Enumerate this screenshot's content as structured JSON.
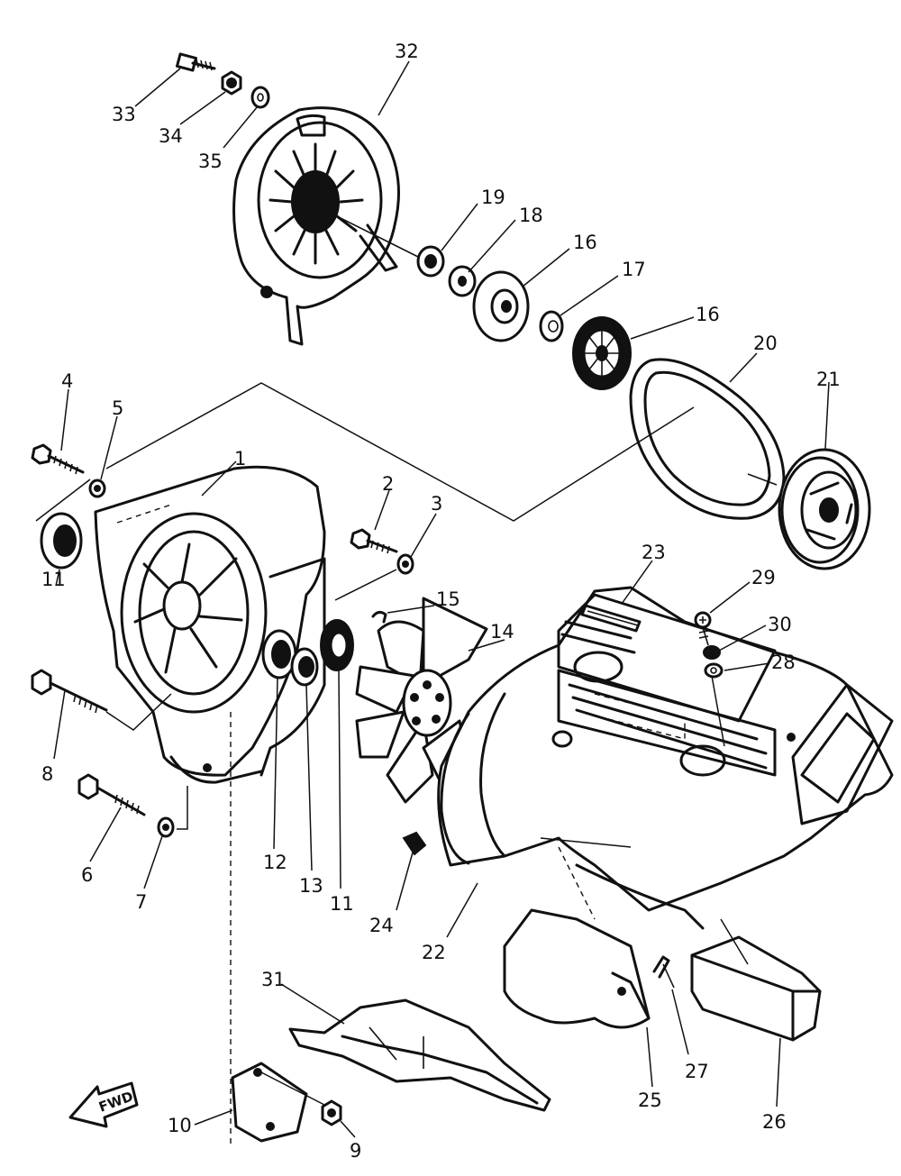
{
  "diagram": {
    "fwd_label": "FWD",
    "callouts": [
      {
        "id": "33",
        "text": "33"
      },
      {
        "id": "34",
        "text": "34"
      },
      {
        "id": "35",
        "text": "35"
      },
      {
        "id": "32",
        "text": "32"
      },
      {
        "id": "19",
        "text": "19"
      },
      {
        "id": "18",
        "text": "18"
      },
      {
        "id": "16a",
        "text": "16"
      },
      {
        "id": "17",
        "text": "17"
      },
      {
        "id": "16b",
        "text": "16"
      },
      {
        "id": "20",
        "text": "20"
      },
      {
        "id": "21",
        "text": "21"
      },
      {
        "id": "4",
        "text": "4"
      },
      {
        "id": "5",
        "text": "5"
      },
      {
        "id": "1",
        "text": "1"
      },
      {
        "id": "2",
        "text": "2"
      },
      {
        "id": "3",
        "text": "3"
      },
      {
        "id": "11a",
        "text": "11"
      },
      {
        "id": "15",
        "text": "15"
      },
      {
        "id": "14",
        "text": "14"
      },
      {
        "id": "23",
        "text": "23"
      },
      {
        "id": "29",
        "text": "29"
      },
      {
        "id": "30",
        "text": "30"
      },
      {
        "id": "28",
        "text": "28"
      },
      {
        "id": "8",
        "text": "8"
      },
      {
        "id": "12",
        "text": "12"
      },
      {
        "id": "13",
        "text": "13"
      },
      {
        "id": "11b",
        "text": "11"
      },
      {
        "id": "6",
        "text": "6"
      },
      {
        "id": "7",
        "text": "7"
      },
      {
        "id": "24",
        "text": "24"
      },
      {
        "id": "22",
        "text": "22"
      },
      {
        "id": "31",
        "text": "31"
      },
      {
        "id": "27",
        "text": "27"
      },
      {
        "id": "25",
        "text": "25"
      },
      {
        "id": "26",
        "text": "26"
      },
      {
        "id": "10",
        "text": "10"
      },
      {
        "id": "9",
        "text": "9"
      }
    ]
  }
}
